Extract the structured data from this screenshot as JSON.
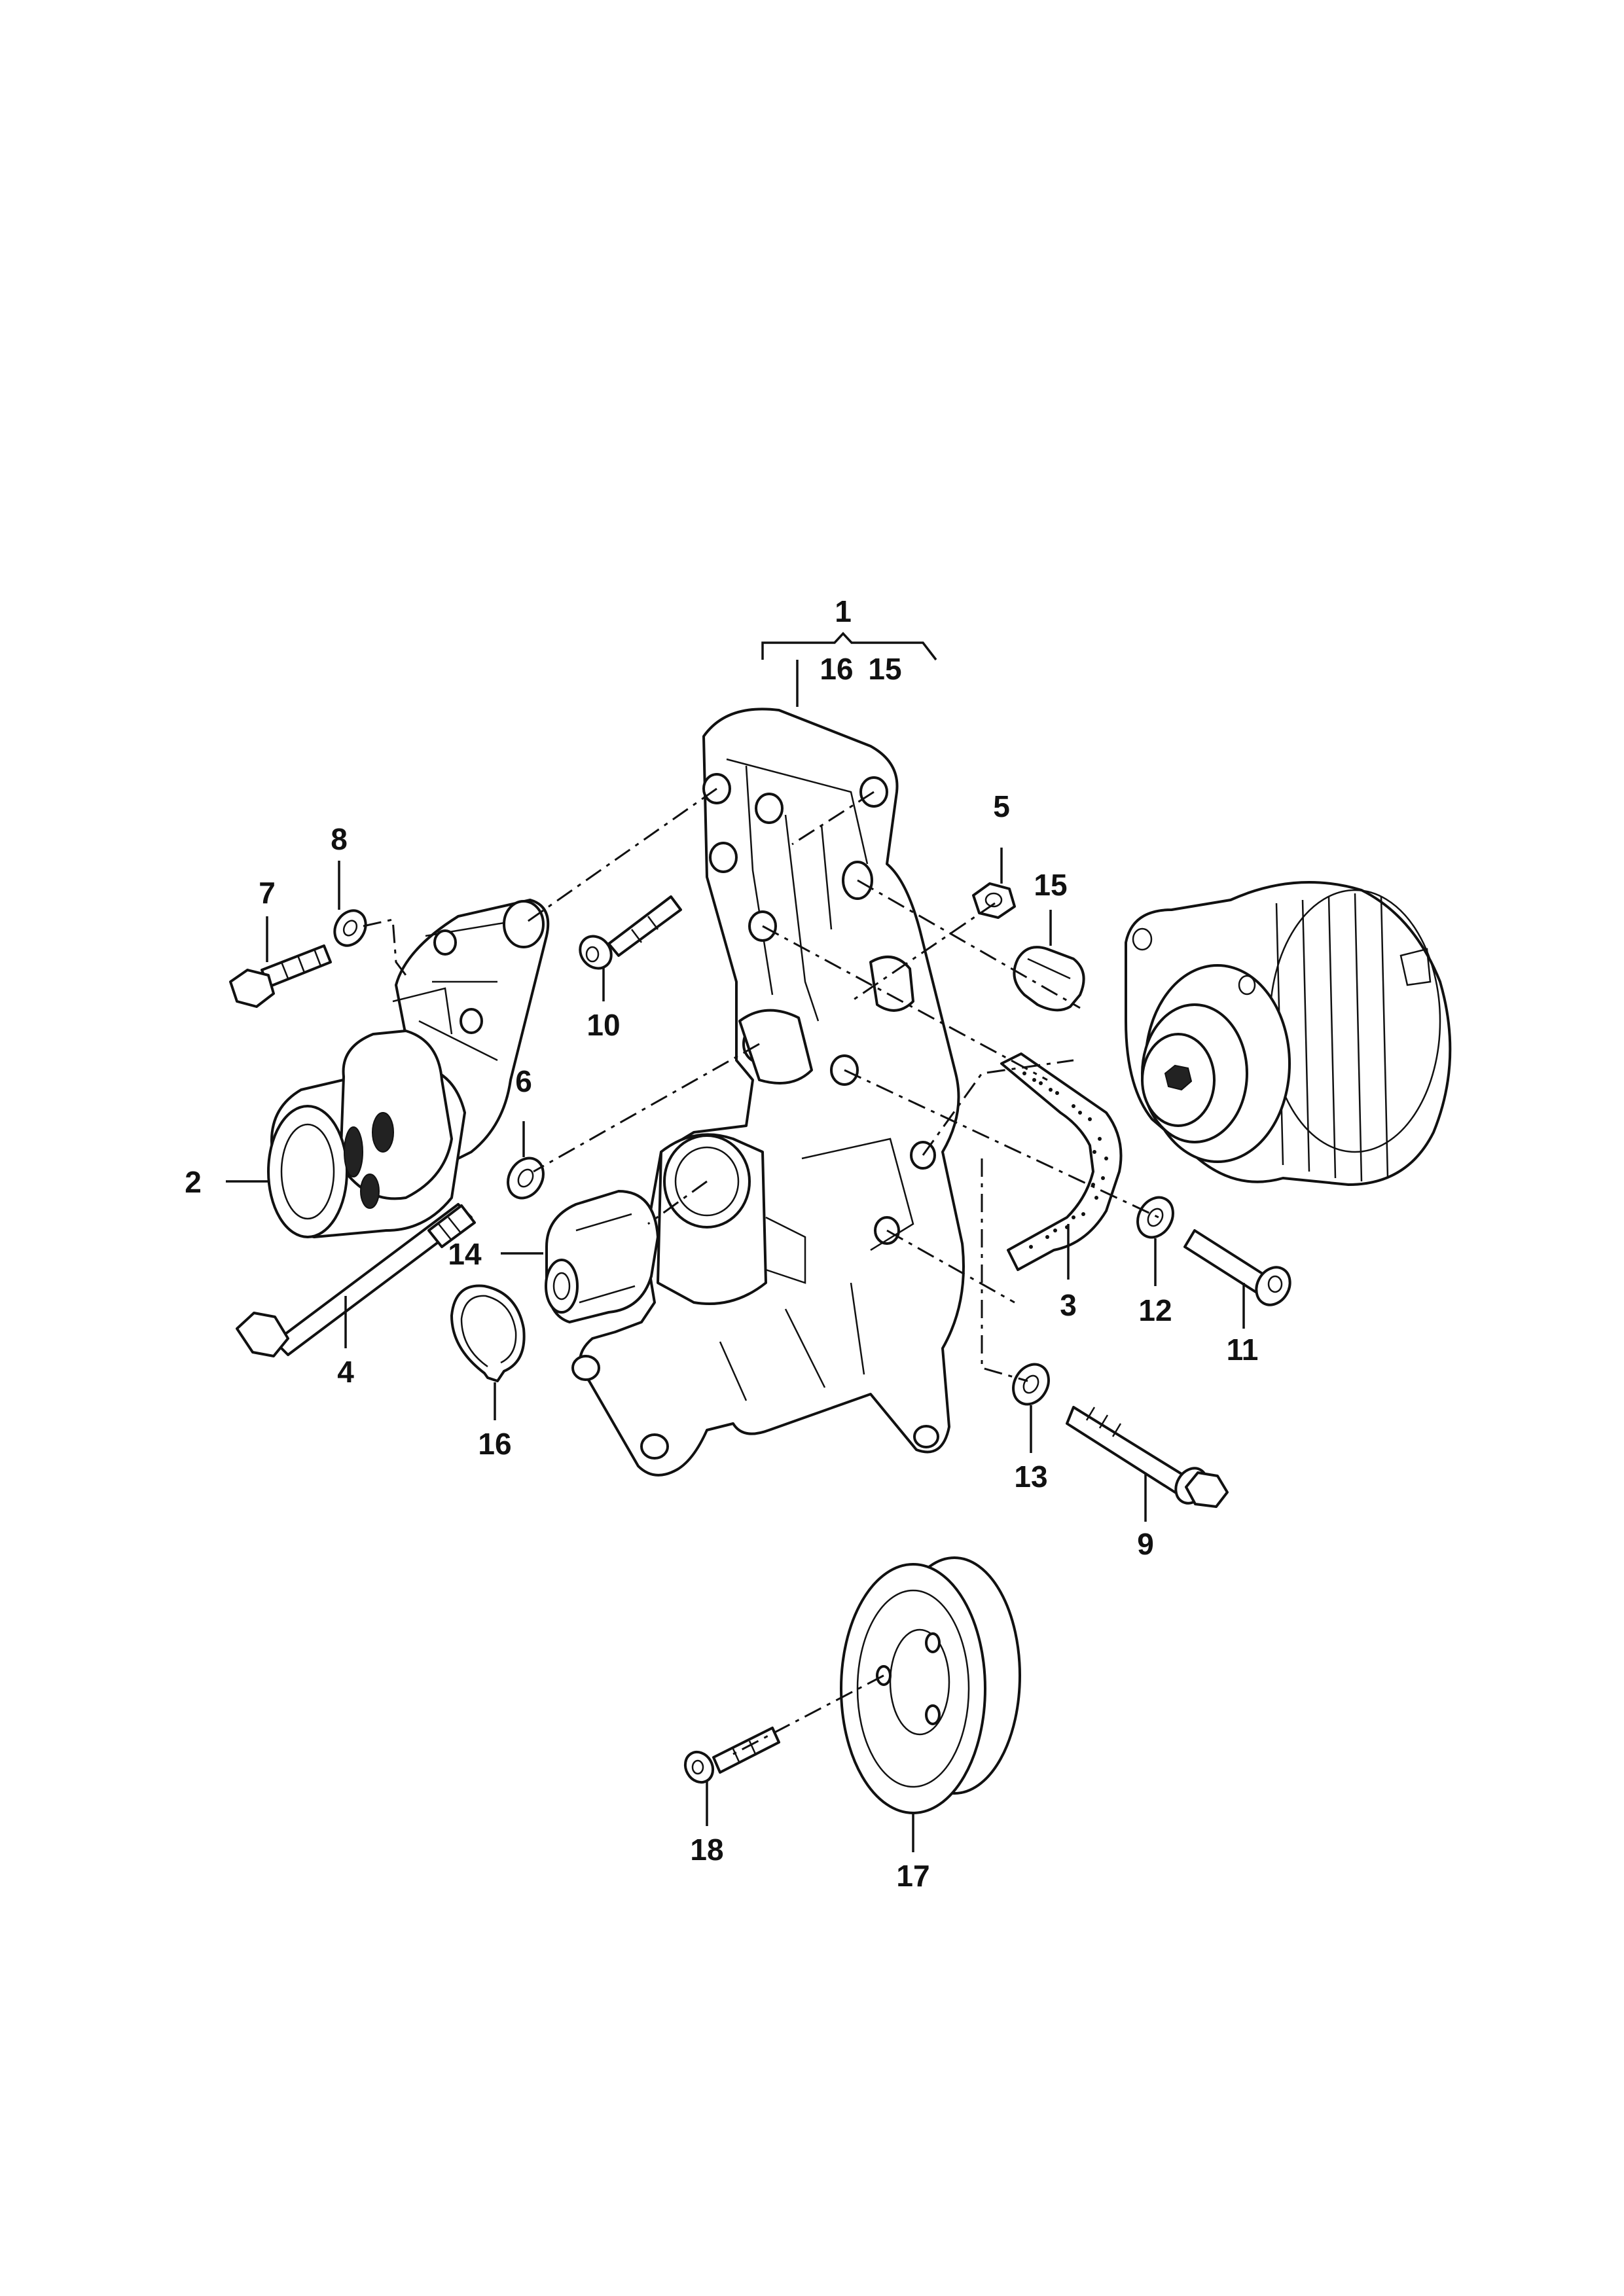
{
  "diagram": {
    "labels": [
      {
        "id": "callout-1",
        "text": "1"
      },
      {
        "id": "callout-1-sub-16",
        "text": "16"
      },
      {
        "id": "callout-1-sub-15",
        "text": "15"
      },
      {
        "id": "callout-2",
        "text": "2"
      },
      {
        "id": "callout-3",
        "text": "3"
      },
      {
        "id": "callout-4",
        "text": "4"
      },
      {
        "id": "callout-5",
        "text": "5"
      },
      {
        "id": "callout-6",
        "text": "6"
      },
      {
        "id": "callout-7",
        "text": "7"
      },
      {
        "id": "callout-8",
        "text": "8"
      },
      {
        "id": "callout-9",
        "text": "9"
      },
      {
        "id": "callout-10",
        "text": "10"
      },
      {
        "id": "callout-11",
        "text": "11"
      },
      {
        "id": "callout-12",
        "text": "12"
      },
      {
        "id": "callout-13",
        "text": "13"
      },
      {
        "id": "callout-14",
        "text": "14"
      },
      {
        "id": "callout-15",
        "text": "15"
      },
      {
        "id": "callout-16",
        "text": "16"
      },
      {
        "id": "callout-17",
        "text": "17"
      },
      {
        "id": "callout-18",
        "text": "18"
      }
    ]
  }
}
